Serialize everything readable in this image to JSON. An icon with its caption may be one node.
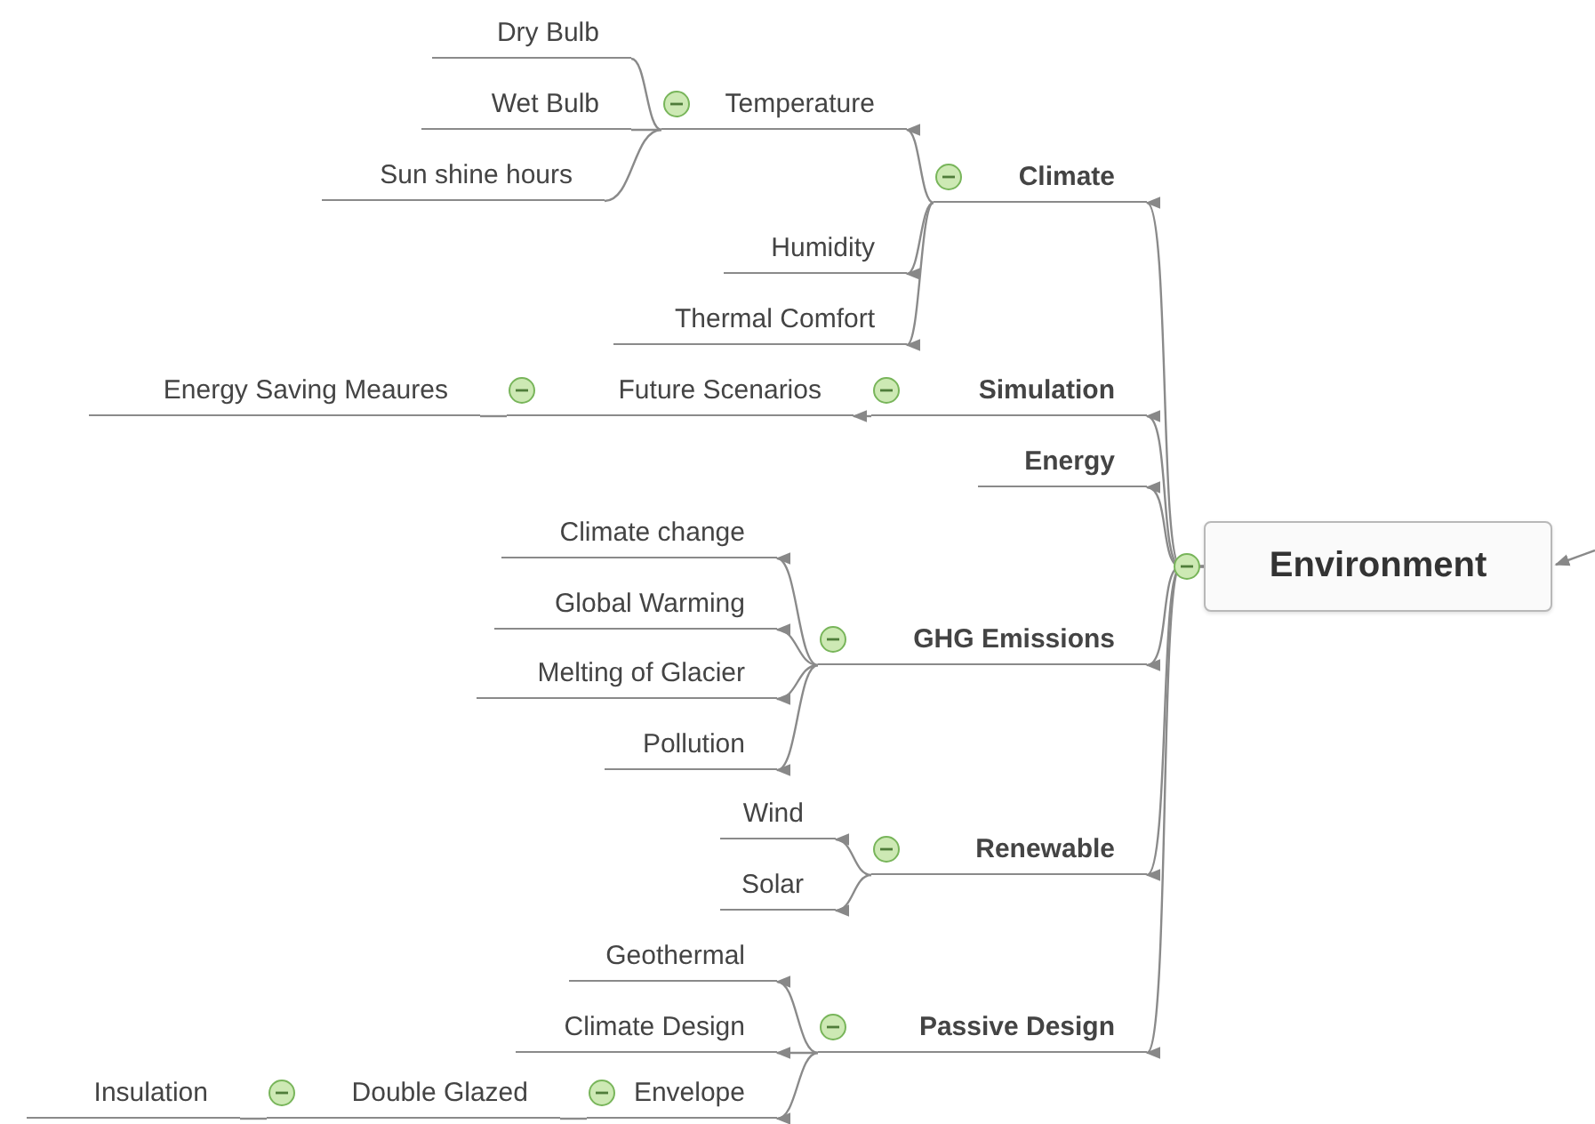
{
  "diagram": {
    "nodes": [
      {
        "text": [
          "Environment"
        ]
      },
      {
        "text": [
          "Climate"
        ]
      },
      {
        "text": [
          "Temperature"
        ]
      },
      {
        "text": [
          "Dry Bulb"
        ]
      },
      {
        "text": [
          "Wet Bulb"
        ]
      },
      {
        "text": [
          "Sun shine hours"
        ]
      },
      {
        "text": [
          "Humidity"
        ]
      },
      {
        "text": [
          "Thermal Comfort"
        ]
      },
      {
        "text": [
          "Simulation"
        ]
      },
      {
        "text": [
          "Future Scenarios"
        ]
      },
      {
        "text": [
          "Energy Saving Meaures"
        ]
      },
      {
        "text": [
          "Energy"
        ]
      },
      {
        "text": [
          "GHG Emissions"
        ]
      },
      {
        "text": [
          "Climate change"
        ]
      },
      {
        "text": [
          "Global Warming"
        ]
      },
      {
        "text": [
          "Melting of Glacier"
        ]
      },
      {
        "text": [
          "Pollution"
        ]
      },
      {
        "text": [
          "Renewable"
        ]
      },
      {
        "text": [
          "Wind"
        ]
      },
      {
        "text": [
          "Solar"
        ]
      },
      {
        "text": [
          "Passive Design"
        ]
      },
      {
        "text": [
          "Geothermal"
        ]
      },
      {
        "text": [
          "Climate Design"
        ]
      },
      {
        "text": [
          "Envelope"
        ]
      },
      {
        "text": [
          "Double Glazed"
        ]
      },
      {
        "text": [
          "Insulation"
        ]
      }
    ],
    "edges": [
      {
        "from": null,
        "to": 0,
        "arrow": "to"
      },
      {
        "from": 0,
        "to": 1,
        "arrow": "to"
      },
      {
        "from": 1,
        "to": 2,
        "arrow": "to"
      },
      {
        "from": 2,
        "to": 3,
        "arrow": "none"
      },
      {
        "from": 2,
        "to": 4,
        "arrow": "none"
      },
      {
        "from": 2,
        "to": 5,
        "arrow": "none"
      },
      {
        "from": 1,
        "to": 6,
        "arrow": "to"
      },
      {
        "from": 1,
        "to": 7,
        "arrow": "to"
      },
      {
        "from": 0,
        "to": 8,
        "arrow": "to"
      },
      {
        "from": 8,
        "to": 9,
        "arrow": "to"
      },
      {
        "from": 9,
        "to": 10,
        "arrow": "none"
      },
      {
        "from": 0,
        "to": 11,
        "arrow": "to"
      },
      {
        "from": 0,
        "to": 12,
        "arrow": "to"
      },
      {
        "from": 12,
        "to": 13,
        "arrow": "to"
      },
      {
        "from": 12,
        "to": 14,
        "arrow": "to"
      },
      {
        "from": 12,
        "to": 15,
        "arrow": "to"
      },
      {
        "from": 12,
        "to": 16,
        "arrow": "to"
      },
      {
        "from": 0,
        "to": 17,
        "arrow": "to"
      },
      {
        "from": 17,
        "to": 18,
        "arrow": "to"
      },
      {
        "from": 17,
        "to": 19,
        "arrow": "to"
      },
      {
        "from": 0,
        "to": 20,
        "arrow": "to"
      },
      {
        "from": 20,
        "to": 21,
        "arrow": "to"
      },
      {
        "from": 20,
        "to": 22,
        "arrow": "to"
      },
      {
        "from": 20,
        "to": 23,
        "arrow": "to"
      },
      {
        "from": 23,
        "to": 24,
        "arrow": "none"
      },
      {
        "from": 24,
        "to": 25,
        "arrow": "none"
      }
    ]
  }
}
